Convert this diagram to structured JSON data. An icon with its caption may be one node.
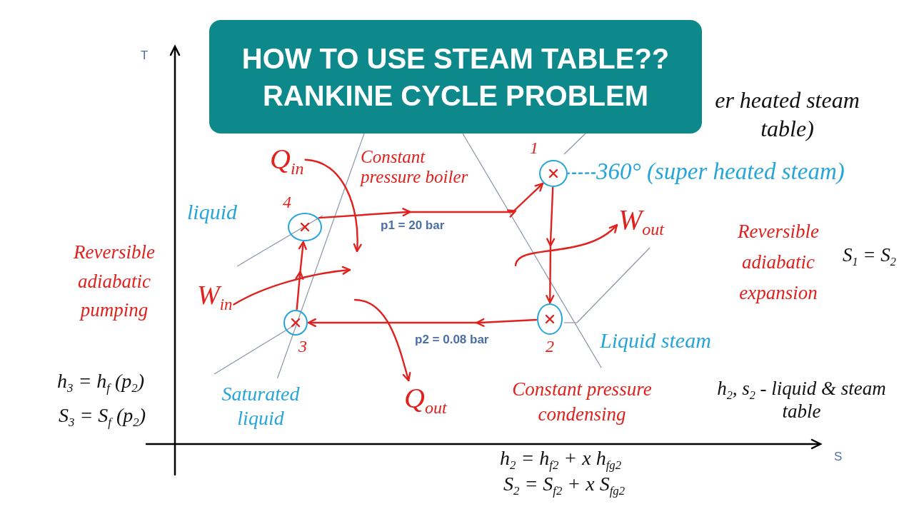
{
  "diagram": {
    "title": "HOW TO USE STEAM TABLE?? RANKINE CYCLE PROBLEM",
    "nodes": [
      {
        "text": [
          "Q$_{in}$"
        ]
      },
      {
        "text": [],
        "shape": "circle",
        "beside": [
          "1"
        ]
      },
      {
        "text": [
          "360° (super heated steam)"
        ]
      },
      {
        "text": [],
        "shape": "circle",
        "beside": [
          "4"
        ]
      },
      {
        "text": [
          "W$_{out}$"
        ]
      },
      {
        "text": [
          "W$_{in}$"
        ]
      },
      {
        "text": [],
        "shape": "circle",
        "beside": [
          "3"
        ]
      },
      {
        "text": [],
        "shape": "circle",
        "beside": [
          "2"
        ]
      },
      {
        "text": [
          "Q$_{out}$"
        ]
      }
    ],
    "edges": [
      {
        "from": 3,
        "to": 1,
        "arrow": "to",
        "label": "p1 = 20 bar"
      },
      {
        "from": 1,
        "to": 7,
        "arrow": "to"
      },
      {
        "from": 7,
        "to": 6,
        "arrow": "to",
        "label": "p2 = 0.08 bar"
      },
      {
        "from": 6,
        "to": 3,
        "arrow": "to"
      },
      {
        "from": 0,
        "to": null,
        "arrow": "to"
      },
      {
        "from": 2,
        "to": 1,
        "arrow": "none",
        "style": "dashed",
        "color": "#25a5da"
      },
      {
        "from": 5,
        "to": null,
        "arrow": "to"
      },
      {
        "from": null,
        "to": 4,
        "arrow": "to"
      },
      {
        "from": null,
        "to": 8,
        "arrow": "to"
      }
    ],
    "labels": [
      "T",
      "er heated steam table)",
      "Constant pressure boiler",
      "liquid",
      "Reversible adiabatic expansion",
      "Reversible adiabatic pumping",
      "S$_{1}$ = S$_{2}$",
      "Liquid steam",
      "Saturated liquid",
      "Constant pressure condensing",
      "h$_{2}$, s$_{2}$ - liquid & steam table",
      "h$_{3}$ = h$_{f}$ (p$_{2}$)",
      "S$_{3}$ = S$_{f}$ (p$_{2}$)",
      "S",
      "h$_{2}$ = h$_{f2}$ + x h$_{fg2}$",
      "S$_{2}$ = S$_{f2}$ + x S$_{fg2}$"
    ]
  }
}
